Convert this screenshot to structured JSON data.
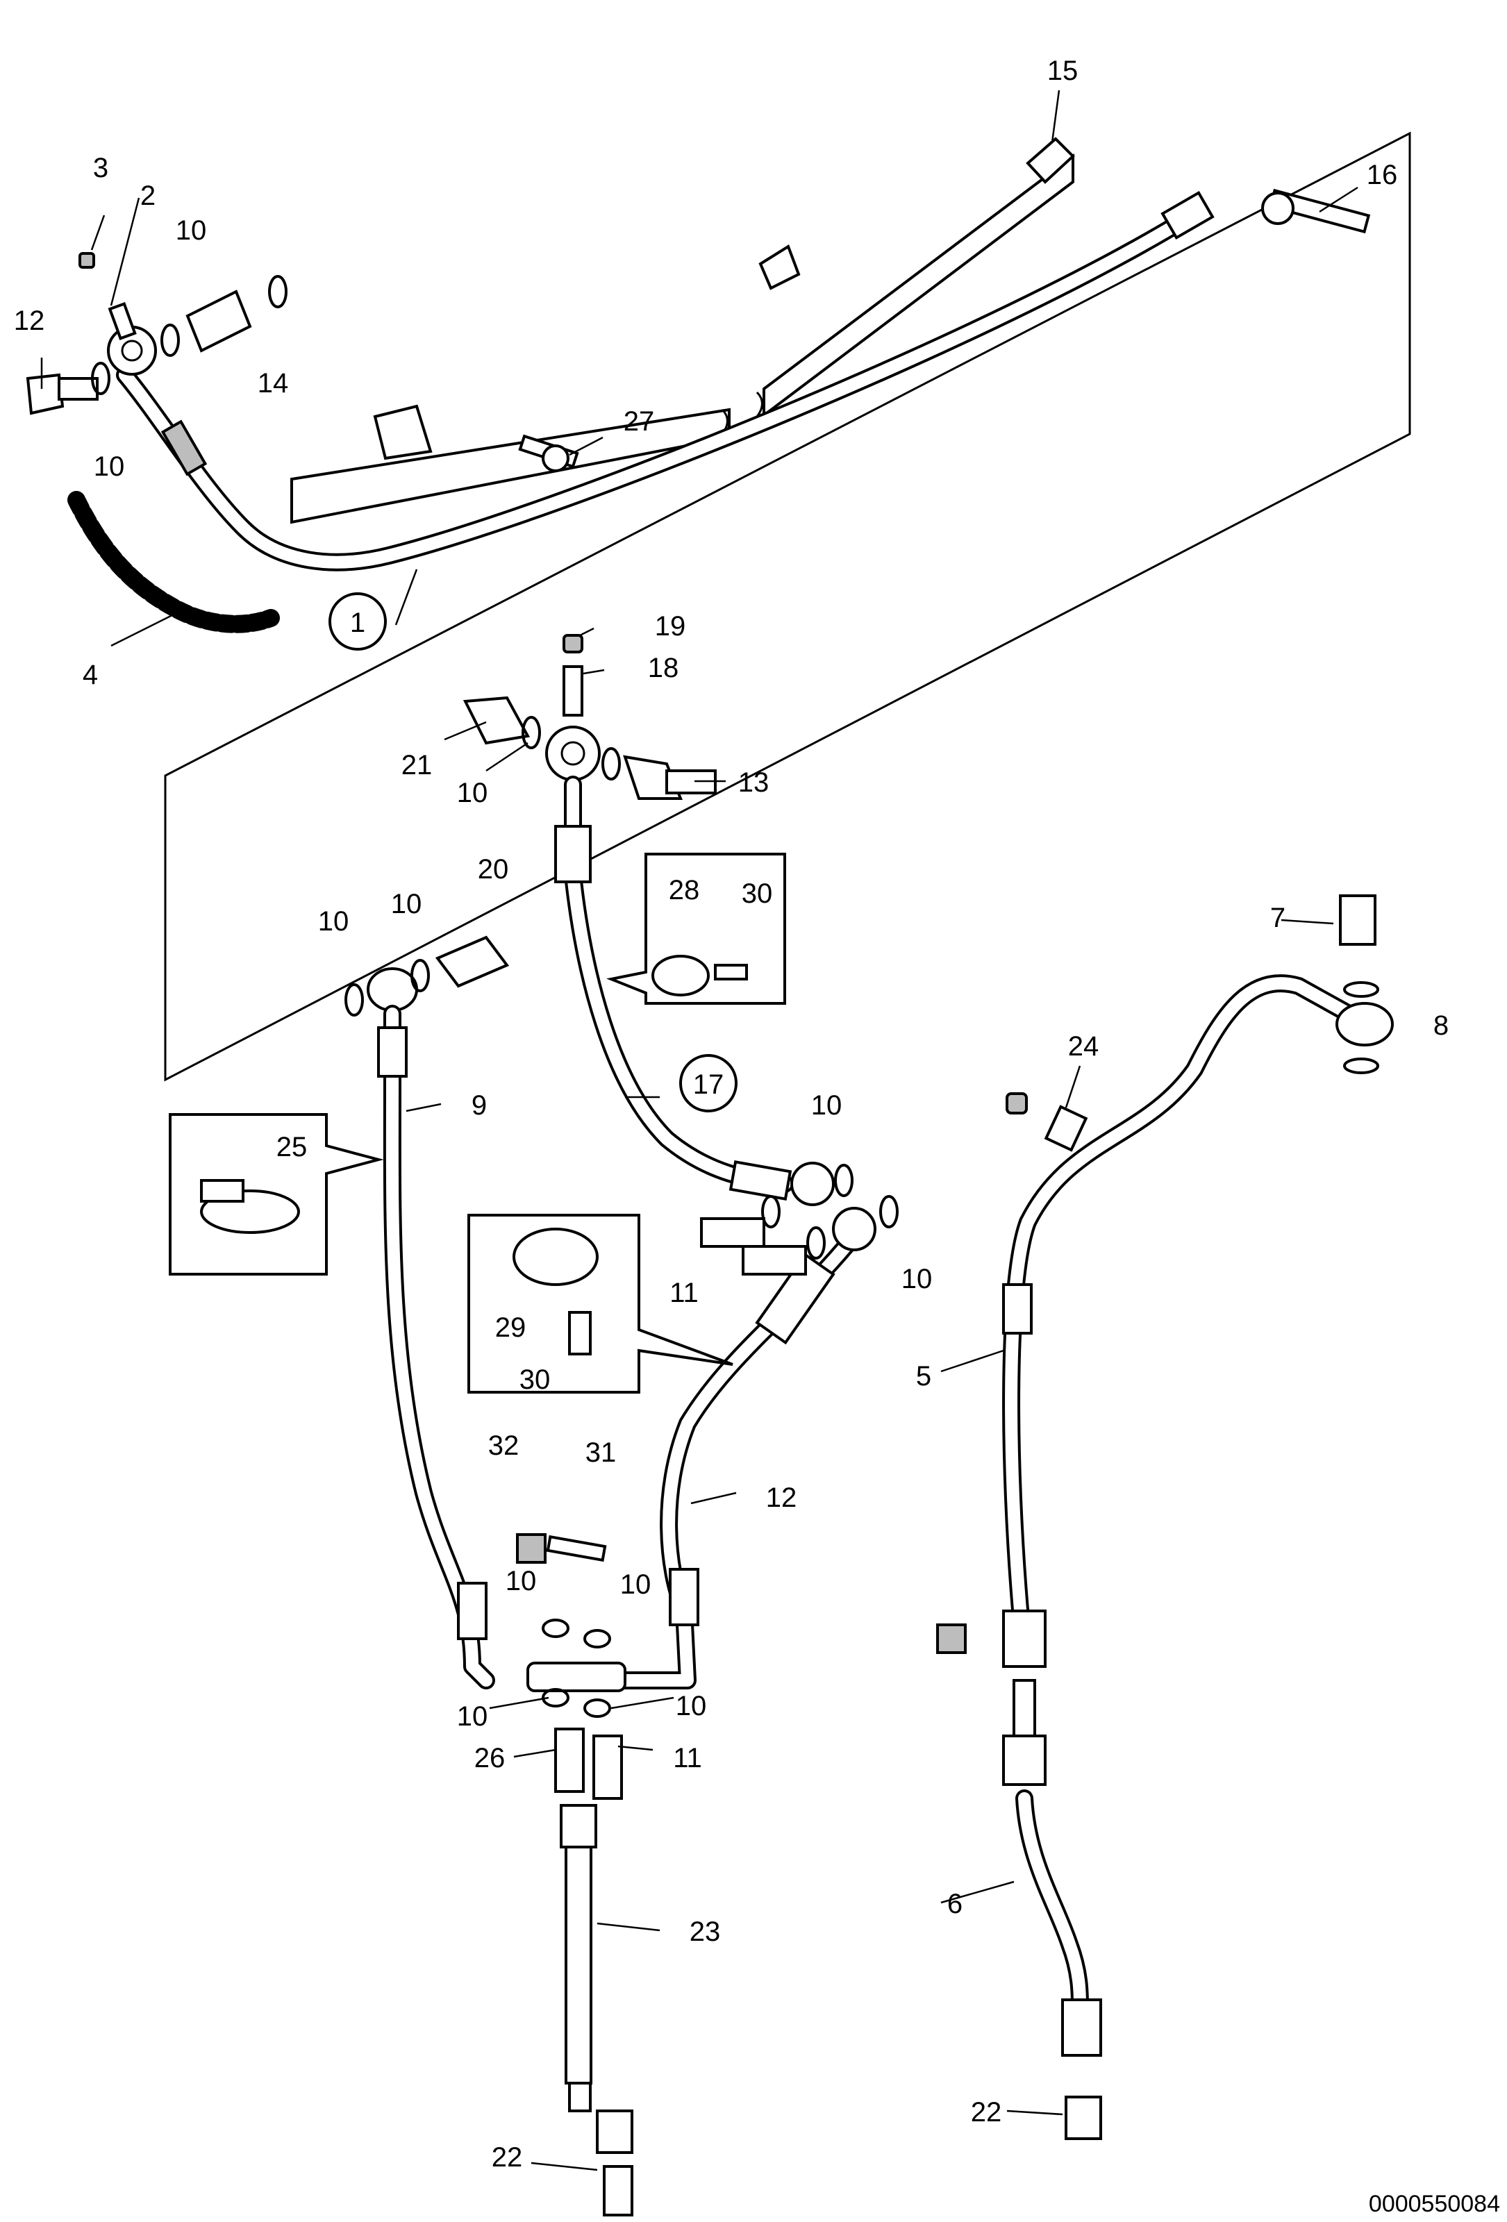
{
  "diagram_id": "0000550084",
  "callouts": {
    "c1": "1",
    "c2": "2",
    "c3": "3",
    "c4": "4",
    "c5": "5",
    "c6": "6",
    "c7": "7",
    "c8": "8",
    "c9": "9",
    "c10": "10",
    "c11": "11",
    "c12": "12",
    "c13": "13",
    "c14": "14",
    "c15": "15",
    "c16": "16",
    "c17": "17",
    "c18": "18",
    "c19": "19",
    "c20": "20",
    "c21": "21",
    "c22": "22",
    "c23": "23",
    "c24": "24",
    "c25": "25",
    "c26": "26",
    "c27": "27",
    "c28": "28",
    "c29": "29",
    "c30": "30",
    "c31": "31",
    "c32": "32"
  }
}
